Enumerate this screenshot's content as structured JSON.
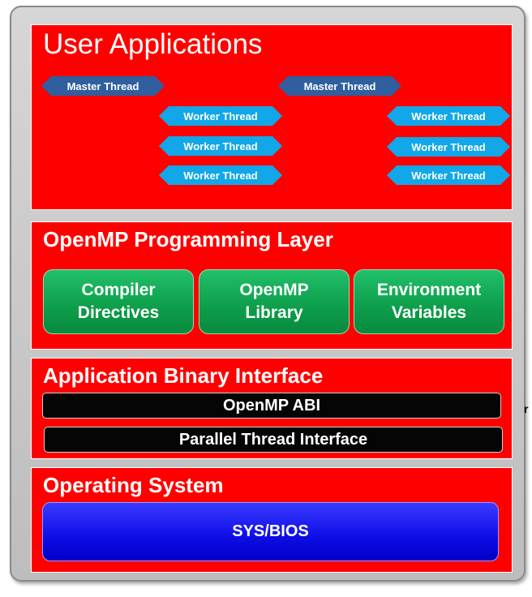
{
  "user_applications": {
    "title": "User Applications",
    "master_threads": [
      "Master Thread",
      "Master Thread"
    ],
    "worker_threads_left": [
      "Worker Thread",
      "Worker Thread",
      "Worker Thread"
    ],
    "worker_threads_right": [
      "Worker Thread",
      "Worker Thread",
      "Worker Thread"
    ]
  },
  "programming_layer": {
    "title": "OpenMP Programming Layer",
    "boxes": [
      {
        "line1": "Compiler",
        "line2": "Directives"
      },
      {
        "line1": "OpenMP",
        "line2": "Library"
      },
      {
        "line1": "Environment",
        "line2": "Variables"
      }
    ]
  },
  "abi": {
    "title": "Application Binary Interface",
    "bars": [
      "OpenMP ABI",
      "Parallel Thread Interface"
    ]
  },
  "os": {
    "title": "Operating System",
    "box": "SYS/BIOS"
  },
  "stray_glyph": "r",
  "colors": {
    "layer_red": "#ff0000",
    "master_blue": "#2f5f9e",
    "worker_cyan": "#11a7e8",
    "box_green": "#0ea04c",
    "bar_black": "#050505",
    "sysbios_blue": "#0d0de6"
  }
}
